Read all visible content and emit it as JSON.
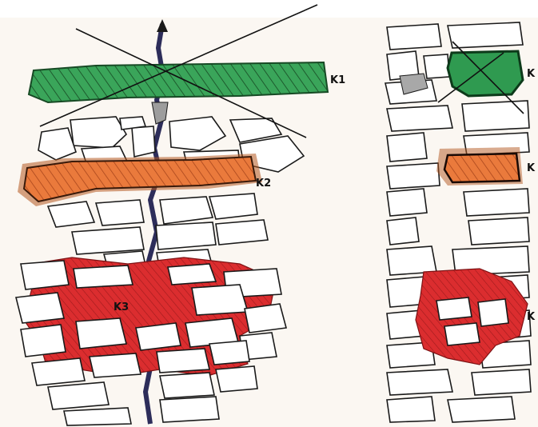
{
  "labels": {
    "left_k1": "K1",
    "left_k2": "K2",
    "left_k3": "K3",
    "right_k1": "K",
    "right_k2": "K",
    "right_k3": "K"
  },
  "colors": {
    "paper": "#fbf7f2",
    "stone_outline": "#1a1a1a",
    "green_band": "#3aa55a",
    "orange_band": "#e0733a",
    "red_mortar": "#d9282e",
    "crack": "#2d2d5a"
  }
}
